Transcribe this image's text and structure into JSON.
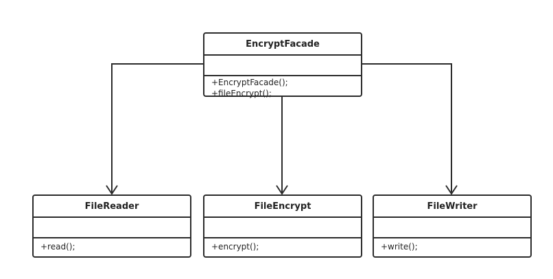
{
  "diagram": {
    "classes": {
      "facade": {
        "name": "EncryptFacade",
        "operations": [
          "+EncryptFacade();",
          "+fileEncrypt();"
        ]
      },
      "reader": {
        "name": "FileReader",
        "operations": [
          "+read();"
        ]
      },
      "encrypt": {
        "name": "FileEncrypt",
        "operations": [
          "+encrypt();"
        ]
      },
      "writer": {
        "name": "FileWriter",
        "operations": [
          "+write();"
        ]
      }
    },
    "associations": [
      {
        "from": "EncryptFacade",
        "to": "FileReader"
      },
      {
        "from": "EncryptFacade",
        "to": "FileEncrypt"
      },
      {
        "from": "EncryptFacade",
        "to": "FileWriter"
      }
    ],
    "colors": {
      "line": "#2b2b2b",
      "background": "#ffffff"
    }
  }
}
